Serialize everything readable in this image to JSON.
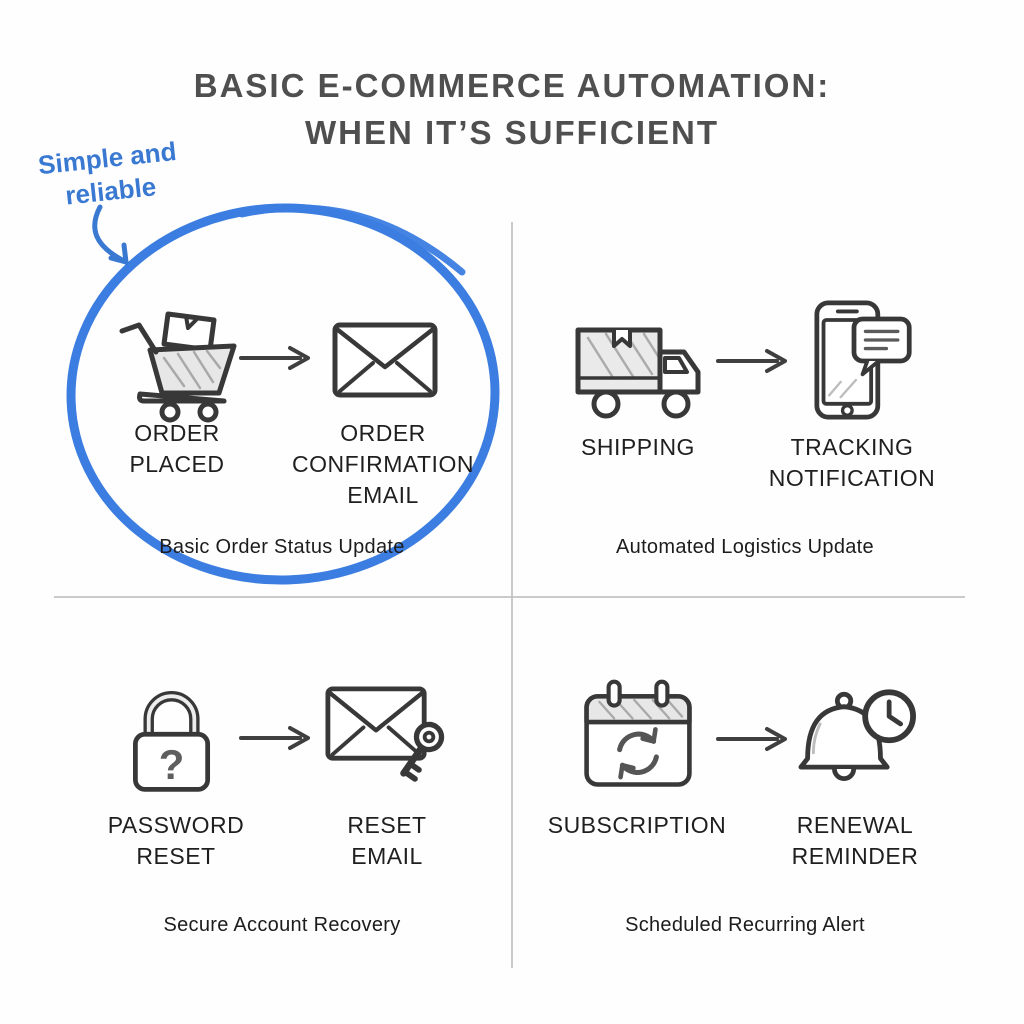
{
  "title": {
    "line1": "BASIC E-COMMERCE AUTOMATION:",
    "line2": "WHEN IT’S SUFFICIENT"
  },
  "annotation": {
    "text": "Simple and\nreliable",
    "arrow_icon": "curved-arrow-icon",
    "highlight_shape": "hand-drawn-ellipse",
    "color": "#3a79d2"
  },
  "colors": {
    "highlight_blue": "#3b7de0",
    "divider_gray": "#bdbdbd",
    "icon_stroke": "#383838",
    "title_gray": "#4f4f4f",
    "background": "#fefefe"
  },
  "quadrants": [
    {
      "name": "basic-order-status",
      "source_icon": "shopping-cart-icon",
      "source_label": "ORDER\nPLACED",
      "flow_icon": "right-arrow-icon",
      "target_icon": "email-envelope-icon",
      "target_label": "ORDER\nCONFIRMATION\nEMAIL",
      "caption": "Basic Order Status Update",
      "highlighted": true
    },
    {
      "name": "automated-logistics",
      "source_icon": "delivery-truck-icon",
      "source_label": "SHIPPING",
      "flow_icon": "right-arrow-icon",
      "target_icon": "phone-chat-icon",
      "target_label": "TRACKING\nNOTIFICATION",
      "caption": "Automated Logistics Update",
      "highlighted": false
    },
    {
      "name": "secure-account-recovery",
      "source_icon": "lock-question-icon",
      "source_label": "PASSWORD\nRESET",
      "flow_icon": "right-arrow-icon",
      "target_icon": "envelope-key-icon",
      "target_label": "RESET\nEMAIL",
      "caption": "Secure Account Recovery",
      "highlighted": false
    },
    {
      "name": "scheduled-recurring-alert",
      "source_icon": "calendar-refresh-icon",
      "source_label": "SUBSCRIPTION",
      "flow_icon": "right-arrow-icon",
      "target_icon": "bell-clock-icon",
      "target_label": "RENEWAL\nREMINDER",
      "caption": "Scheduled Recurring Alert",
      "highlighted": false
    }
  ],
  "glyphs": {
    "lock_question": "?"
  }
}
